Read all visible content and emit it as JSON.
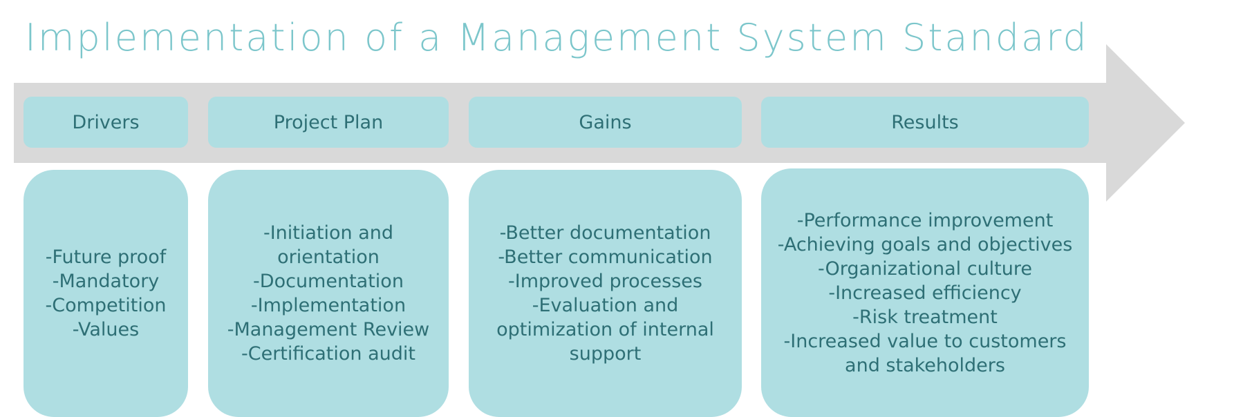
{
  "title": "Implementation of a Management System Standard",
  "colors": {
    "title": "#7cc6cb",
    "arrow": "#d9d9d9",
    "box_fill": "#afdee2",
    "box_text": "#2e6f75"
  },
  "columns": [
    {
      "header": "Drivers",
      "items": [
        "-Future proof",
        "-Mandatory",
        "-Competition",
        "-Values"
      ]
    },
    {
      "header": "Project Plan",
      "items": [
        "-Initiation and",
        "orientation",
        "-Documentation",
        "-Implementation",
        "-Management Review",
        "-Certification audit"
      ]
    },
    {
      "header": "Gains",
      "items": [
        "-Better documentation",
        "-Better communication",
        "-Improved processes",
        "-Evaluation and",
        "optimization of internal",
        "support"
      ]
    },
    {
      "header": "Results",
      "items": [
        "-Performance improvement",
        "-Achieving goals and objectives",
        "-Organizational culture",
        "-Increased efficiency",
        "-Risk treatment",
        "-Increased value to customers",
        "and stakeholders"
      ]
    }
  ]
}
